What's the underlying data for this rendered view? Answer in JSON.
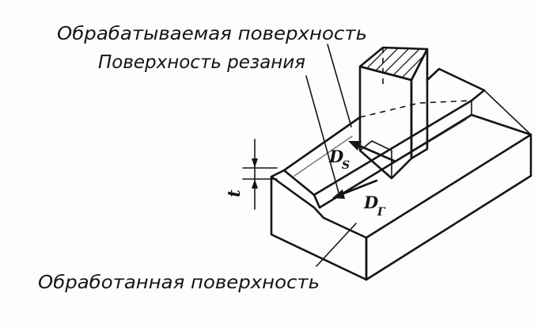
{
  "labels": {
    "machined_surface": "Обрабатываемая поверхность",
    "cutting_surface": "Поверхность резания",
    "finished_surface": "Обработанная поверхность",
    "depth_symbol": "t",
    "feed_main": "D",
    "feed_sub": "S",
    "cut_main": "D",
    "cut_sub": "Г"
  }
}
